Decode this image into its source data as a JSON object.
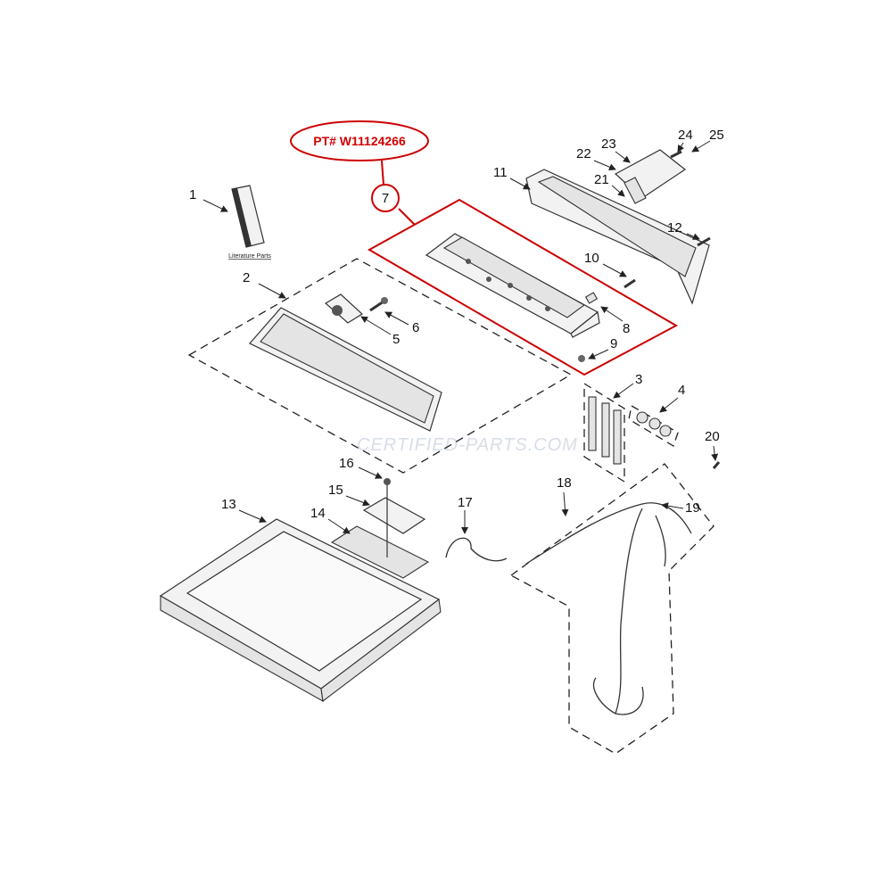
{
  "callout": {
    "part_number": "PT# W11124266",
    "item": "7",
    "highlight_color": "#cc0000"
  },
  "literature_caption": "Literature Parts",
  "watermark": "CERTIFIED-PARTS.COM",
  "labels": {
    "n1": "1",
    "n2": "2",
    "n3": "3",
    "n4": "4",
    "n5": "5",
    "n6": "6",
    "n8": "8",
    "n9": "9",
    "n10": "10",
    "n11": "11",
    "n12": "12",
    "n13": "13",
    "n14": "14",
    "n15": "15",
    "n16": "16",
    "n17": "17",
    "n18": "18",
    "n19": "19",
    "n20": "20",
    "n21": "21",
    "n22": "22",
    "n23": "23",
    "n24": "24",
    "n25": "25"
  }
}
